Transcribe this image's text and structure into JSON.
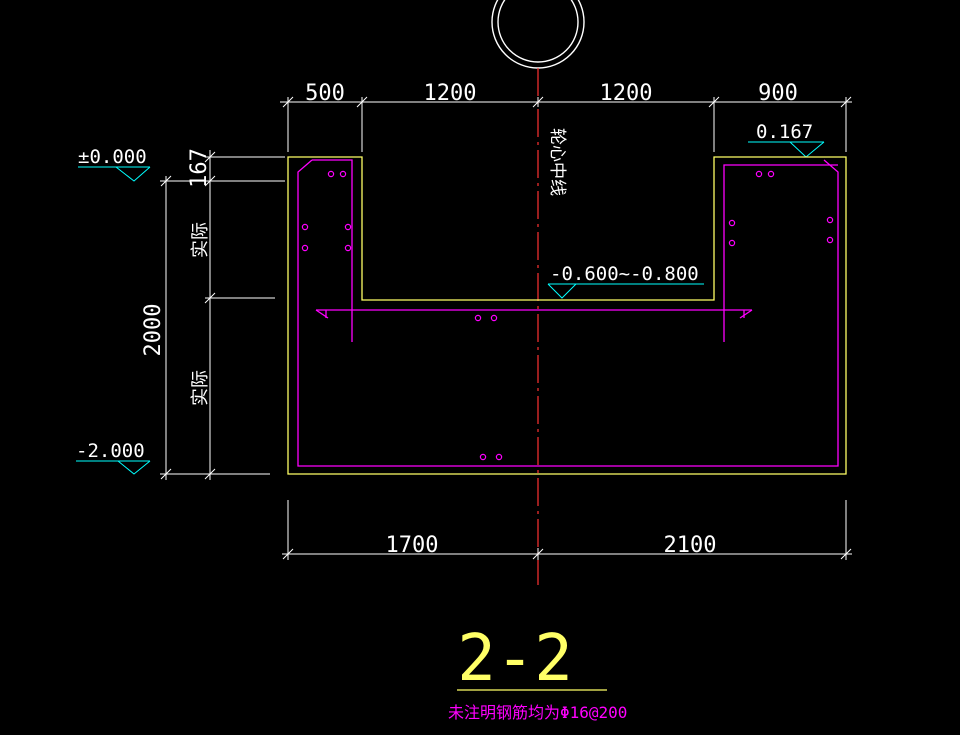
{
  "colors": {
    "background": "#000000",
    "dimension": "#ffffff",
    "concrete_outline": "#ffff66",
    "rebar": "#ff00ff",
    "elevation_mark": "#00ffff",
    "centerline": "#ff3333",
    "title": "#ffff66",
    "note": "#ff00ff"
  },
  "dimensions_top": [
    "500",
    "1200",
    "1200",
    "900"
  ],
  "dimensions_bottom": [
    "1700",
    "2100"
  ],
  "dimension_left_total": "2000",
  "dimension_left_top": "167",
  "left_side_labels": [
    "实际",
    "实际"
  ],
  "elevations": {
    "ground": "±0.000",
    "bottom": "-2.000",
    "slot": "-0.600~-0.800",
    "right_top": "0.167"
  },
  "centerline_label": "轮心中线",
  "section_title": "2-2",
  "note": "未注明钢筋均为Φ16@200"
}
